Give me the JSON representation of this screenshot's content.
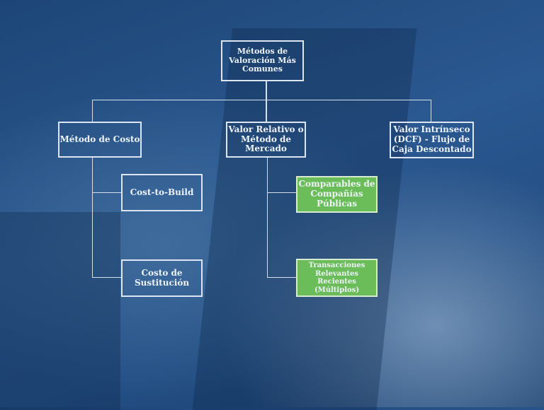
{
  "root": "Métodos de Valoración Más Comunes",
  "level1": [
    "Método de Costo",
    "Valor Relativo o Método de Mercado",
    "Valor Intrínseco (DCF) - Flujo de Caja Descontado"
  ],
  "costo_children": [
    "Cost-to-Build",
    "Costo de Sustitución"
  ],
  "mercado_children": [
    "Comparables de Compañías Públicas",
    "Transacciones Relevantes Recientes (Múltiplos)"
  ],
  "colors": {
    "highlight": "#6bbd5a",
    "background": "#234f85"
  }
}
